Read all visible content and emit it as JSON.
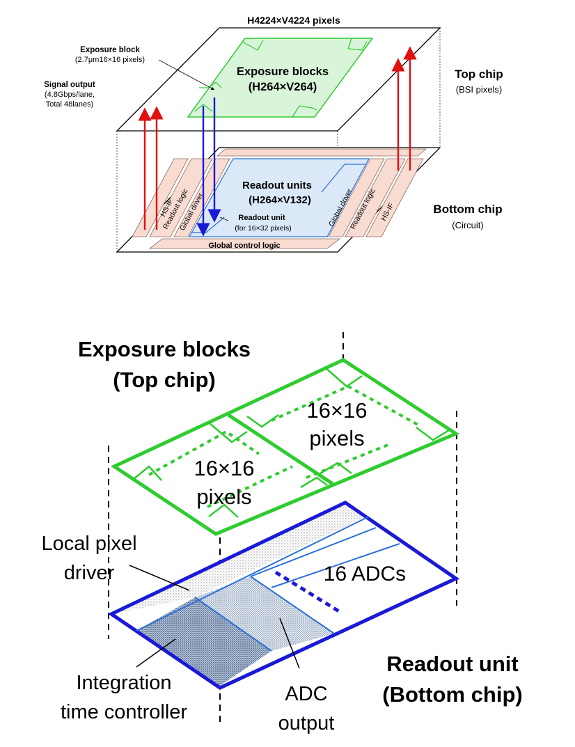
{
  "top_figure": {
    "pixel_array_label": "H4224×V4224 pixels",
    "exposure_block_label": "Exposure block",
    "exposure_block_spec": "(2.7μm16×16 pixels)",
    "signal_output_label": "Signal output",
    "signal_output_spec_1": "(4.8Gbps/lane,",
    "signal_output_spec_2": "Total 48lanes)",
    "exposure_blocks_title": "Exposure blocks",
    "exposure_blocks_count": "(H264×V264)",
    "top_chip_label": "Top chip",
    "top_chip_sub": "(BSI pixels)",
    "bottom_chip_label": "Bottom chip",
    "bottom_chip_sub": "(Circuit)",
    "readout_units_title": "Readout units",
    "readout_units_count": "(H264×V132)",
    "readout_unit_label": "Readout unit",
    "readout_unit_spec": "(for 16×32 pixels)",
    "global_control_logic": "Global control logic",
    "left_blocks": [
      "HS-IF",
      "Readout logic",
      "Global driver"
    ],
    "right_blocks": [
      "Global driver",
      "Readout logic",
      "HS-IF"
    ]
  },
  "bottom_figure": {
    "exposure_title_1": "Exposure blocks",
    "exposure_title_2": "(Top chip)",
    "block_pixels_1": "16×16",
    "block_pixels_2": "pixels",
    "readout_title_1": "Readout unit",
    "readout_title_2": "(Bottom chip)",
    "local_driver_1": "Local pixel",
    "local_driver_2": "driver",
    "adcs_label": "16 ADCs",
    "integration_1": "Integration",
    "integration_2": "time controller",
    "adc_output_1": "ADC",
    "adc_output_2": "output"
  },
  "colors": {
    "green": "#2ecc2e",
    "green_fill": "#d9f5d9",
    "blue": "#1a1ad6",
    "light_blue": "#2a6fd8",
    "red": "#e01010",
    "pink": "#f8dcd2",
    "readout_fill": "#dbe8f8"
  }
}
